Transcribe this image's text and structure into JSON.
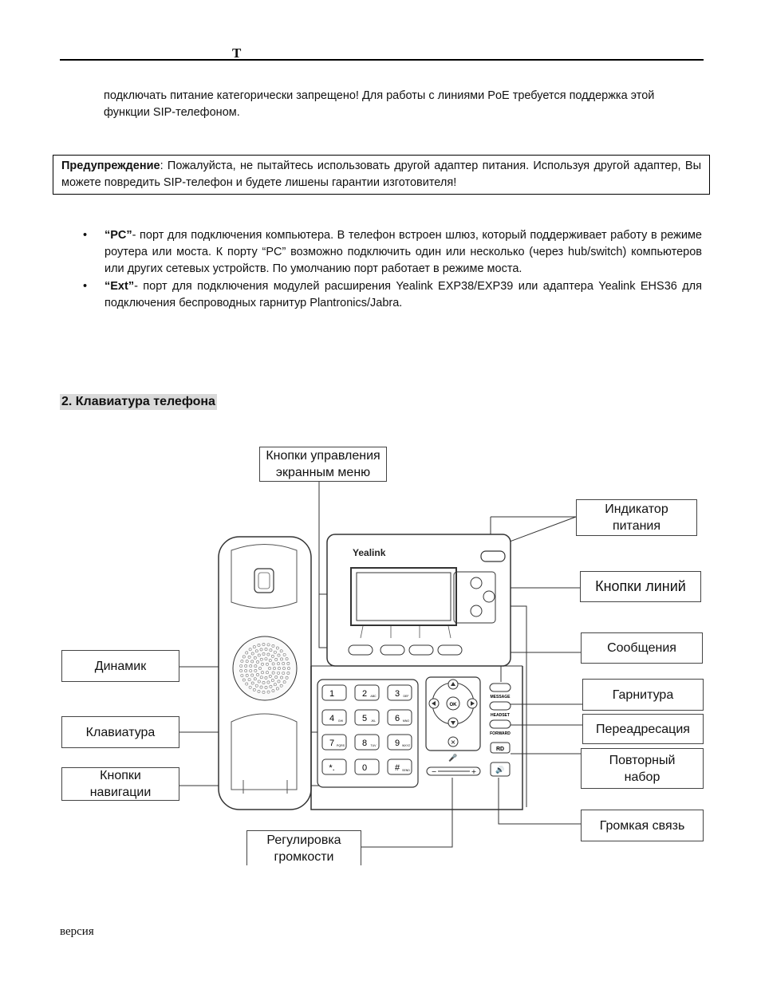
{
  "header": {
    "mark": "T"
  },
  "intro_text": "подключать питание категорически запрещено! Для работы с линиями PoE требуется поддержка этой функции SIP-телефоном.",
  "warning": {
    "label": "Предупреждение",
    "text": ": Пожалуйста, не пытайтесь использовать другой адаптер питания. Используя другой адаптер, Вы можете повредить SIP-телефон и будете лишены гарантии изготовителя!"
  },
  "bullets": [
    {
      "term": "“PC”",
      "text": "- порт для подключения компьютера. В телефон встроен шлюз, который поддерживает работу в режиме роутера или моста. К порту “PC” возможно подключить один или несколько (через hub/switch) компьютеров или других сетевых устройств.  По умолчанию порт работает в режиме моста."
    },
    {
      "term": "“Ext”",
      "text": "- порт для подключения модулей расширения Yealink EXP38/EXP39 или адаптера Yealink EHS36 для подключения беспроводных гарнитур Plantronics/Jabra."
    }
  ],
  "bullet_symbol": "•",
  "section_title": "2. Клавиатура телефона",
  "diagram": {
    "brand": "Yealink",
    "callouts": {
      "softkeys": [
        "Кнопки управления",
        "экранным меню"
      ],
      "power": [
        "Индикатор",
        "питания"
      ],
      "lines": "Кнопки линий",
      "messages": "Сообщения",
      "headset": "Гарнитура",
      "forward": "Переадресация",
      "redial": [
        "Повторный",
        "набор"
      ],
      "speaker": "Громкая связь",
      "dynamic": "Динамик",
      "keypad": "Клавиатура",
      "nav": [
        "Кнопки",
        "навигации"
      ],
      "volume": [
        "Регулировка",
        "громкости"
      ]
    },
    "keys": [
      {
        "main": "1",
        "sub": ""
      },
      {
        "main": "2",
        "sub": "ABC"
      },
      {
        "main": "3",
        "sub": "DEF"
      },
      {
        "main": "4",
        "sub": "GHI"
      },
      {
        "main": "5",
        "sub": "JKL"
      },
      {
        "main": "6",
        "sub": "MNO"
      },
      {
        "main": "7",
        "sub": "PQRS"
      },
      {
        "main": "8",
        "sub": "TUV"
      },
      {
        "main": "9",
        "sub": "WXYZ"
      },
      {
        "main": "*.",
        "sub": ""
      },
      {
        "main": "0",
        "sub": ""
      },
      {
        "main": "#",
        "sub": "SEND"
      }
    ],
    "func_labels": {
      "message": "MESSAGE",
      "headset": "HEADSET",
      "forward": "FORWARD",
      "rd": "RD",
      "ok": "OK",
      "vol_minus": "−",
      "vol_plus": "+"
    }
  },
  "footer": "версия"
}
